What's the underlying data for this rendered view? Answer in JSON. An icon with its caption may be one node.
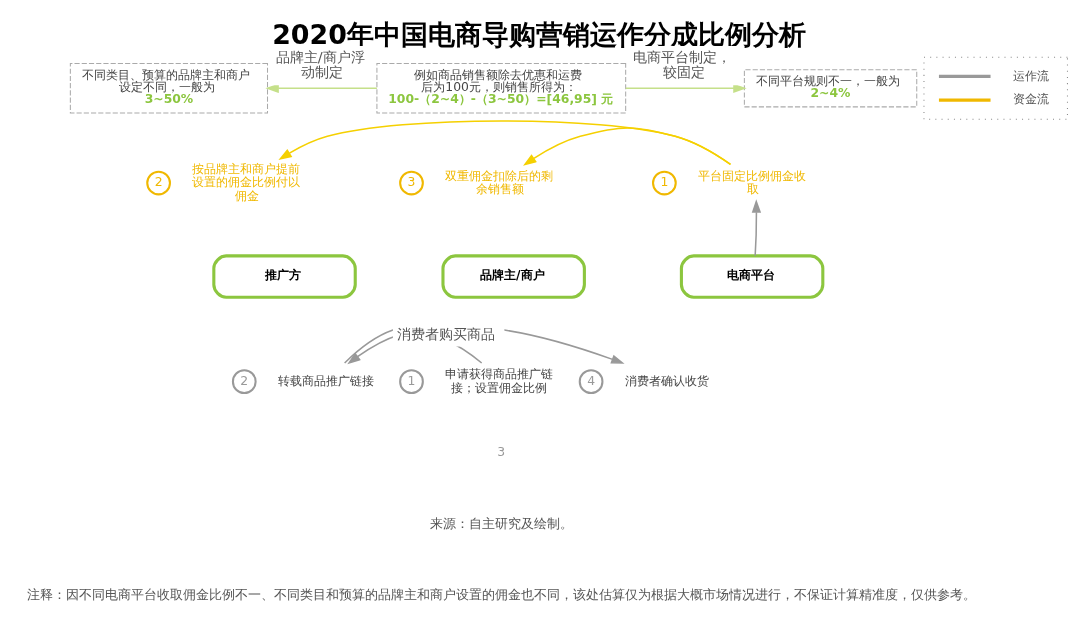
{
  "diagram": {
    "title": "2020年中国电商导购营销运作分成比例分析",
    "nodes": [
      {
        "text": [
          "不同类目、预算的品牌主和商户设定不同，一般为",
          "3~50%"
        ]
      },
      {
        "text": [
          "例如商品销售额除去优惠和运费后为100元，则销售所得为：",
          "100-（2~4）-（3~50）=[46,95] 元"
        ]
      },
      {
        "text": [
          "不同平台规则不一，一般为",
          "2~4%"
        ]
      },
      {
        "text": [
          "按品牌主和商户提前设置的佣金比例付以佣金"
        ],
        "beside": [
          "2"
        ]
      },
      {
        "text": [
          "双重佣金扣除后的剩余销售额"
        ],
        "beside": [
          "3"
        ]
      },
      {
        "text": [
          "平台固定比例佣金收取"
        ],
        "beside": [
          "1"
        ]
      },
      {
        "text": [
          "推广方"
        ]
      },
      {
        "text": [
          "品牌主/商户"
        ]
      },
      {
        "text": [
          "电商平台"
        ]
      },
      {
        "text": [
          "转载商品推广链接"
        ],
        "beside": [
          "2"
        ]
      },
      {
        "text": [
          "申请获得商品推广链接；设置佣金比例"
        ],
        "beside": [
          "1"
        ]
      },
      {
        "text": [
          "消费者确认收货"
        ],
        "beside": [
          "4"
        ]
      }
    ],
    "edges": [
      {
        "from": 1,
        "to": 0,
        "arrow": "to",
        "label": "品牌主/商户浮动制定",
        "color": "#c5e08a"
      },
      {
        "from": 1,
        "to": 2,
        "arrow": "to",
        "label": "电商平台制定，较固定",
        "color": "#c5e08a"
      },
      {
        "from": 5,
        "to": 3,
        "arrow": "to",
        "color": "#f5d000"
      },
      {
        "from": 5,
        "to": 4,
        "arrow": "to",
        "color": "#f5d000"
      },
      {
        "from": 8,
        "to": 5,
        "arrow": "to"
      },
      {
        "from": 10,
        "to": 9,
        "arrow": "to"
      },
      {
        "from": 9,
        "to": 11,
        "arrow": "to",
        "label": "消费者购买商品"
      }
    ],
    "labels": [
      "3",
      "来源：自主研究及绘制。",
      "注释：因不同电商平台收取佣金比例不一、不同类目和预算的品牌主和商户设置的佣金也不同，该处估算仅为根据大概市场情况进行，不保证计算精准度，仅供参考。"
    ],
    "legend": [
      {
        "text": "运作流"
      },
      {
        "text": "资金流"
      }
    ]
  }
}
